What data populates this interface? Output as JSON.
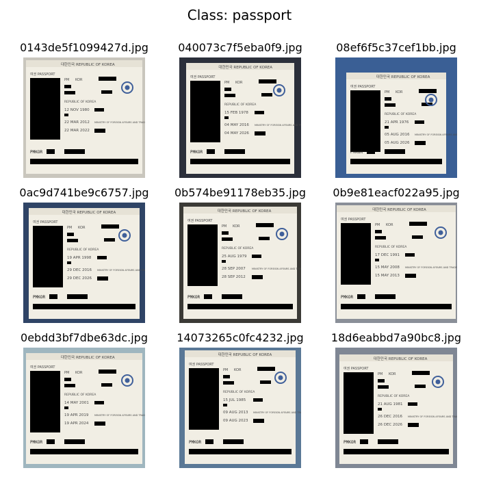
{
  "figure": {
    "title": "Class: passport"
  },
  "images": [
    {
      "filename": "0143de5f1099427d.jpg",
      "bg": "#c9c6bd",
      "dates": [
        "12 NOV 1980",
        "22 MAR 2012",
        "22 MAR 2022"
      ]
    },
    {
      "filename": "040073c7f5eba0f9.jpg",
      "bg": "#2b2f3a",
      "dates": [
        "15 FEB 1978",
        "04 MAY 2016",
        "04 MAY 2026"
      ]
    },
    {
      "filename": "08ef6f5c37cef1bb.jpg",
      "bg": "#3a5f95",
      "dates": [
        "21 APR 1976",
        "05 AUG 2016",
        "05 AUG 2026"
      ]
    },
    {
      "filename": "0ac9d741be9c6757.jpg",
      "bg": "#2f4466",
      "dates": [
        "19 APR 1998",
        "29 DEC 2016",
        "29 DEC 2026"
      ]
    },
    {
      "filename": "0b574be91178eb35.jpg",
      "bg": "#3b3a36",
      "dates": [
        "25 AUG 1979",
        "28 SEP 2007",
        "28 SEP 2012"
      ]
    },
    {
      "filename": "0b9e81eacf022a95.jpg",
      "bg": "#8a8f98",
      "dates": [
        "17 DEC 1991",
        "15 MAY 2008",
        "15 MAY 2013"
      ]
    },
    {
      "filename": "0ebdd3bf7dbe63dc.jpg",
      "bg": "#9fb6bf",
      "dates": [
        "14 MAY 2001",
        "19 APR 2019",
        "19 APR 2024"
      ]
    },
    {
      "filename": "14073265c0fc4232.jpg",
      "bg": "#5a7896",
      "dates": [
        "15 JUL 1985",
        "09 AUG 2013",
        "09 AUG 2023"
      ]
    },
    {
      "filename": "18d6eabbd7a90bc8.jpg",
      "bg": "#7f8794",
      "dates": [
        "21 AUG 1981",
        "26 DEC 2016",
        "26 DEC 2026"
      ]
    }
  ],
  "passport": {
    "header": "대한민국  REPUBLIC OF KOREA",
    "label": "여권 PASSPORT",
    "type": "PM",
    "country": "KOR",
    "nationality": "REPUBLIC OF KOREA",
    "authority": "MINISTRY OF FOREIGN AFFAIRS AND TRADE",
    "mrz": "PMKOR"
  }
}
